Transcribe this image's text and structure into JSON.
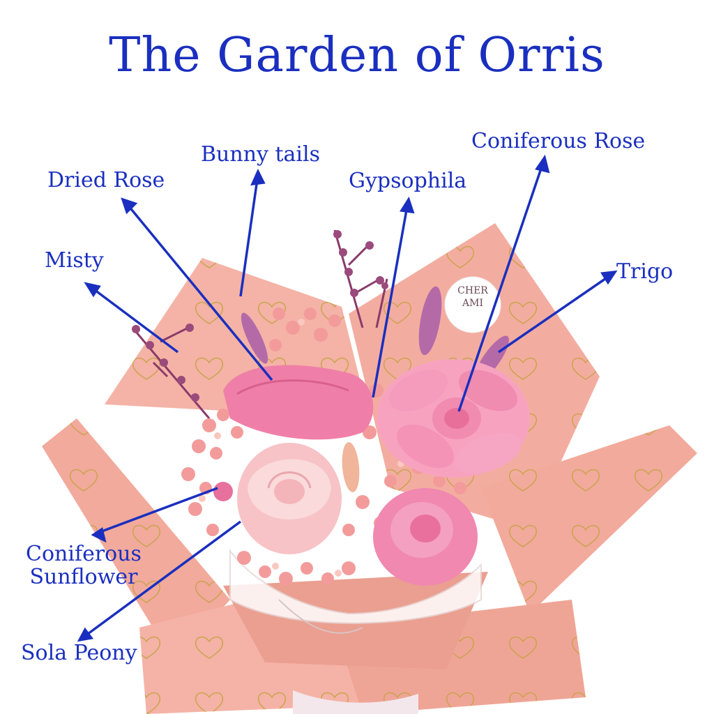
{
  "title": "The Garden of Orris",
  "labels": {
    "bunny_tails": "Bunny tails",
    "coniferous_rose": "Coniferous Rose",
    "dried_rose": "Dried Rose",
    "gypsophila": "Gypsophila",
    "misty": "Misty",
    "trigo": "Trigo",
    "coniferous_sunflower_line1": "Coniferous",
    "coniferous_sunflower_line2": "Sunflower",
    "sola_peony": "Sola Peony"
  },
  "sticker": {
    "line1": "CHER",
    "line2": "AMI"
  },
  "colors": {
    "label": "#1a2fbf",
    "wrap_paper": "#f4b3a6",
    "wrap_shadow": "#e89a8d",
    "heart_gold": "#c9a24a",
    "rose_pink": "#f28bb0",
    "baby_breath": "#f5a0a0",
    "misty_purple": "#8a3a6a"
  }
}
